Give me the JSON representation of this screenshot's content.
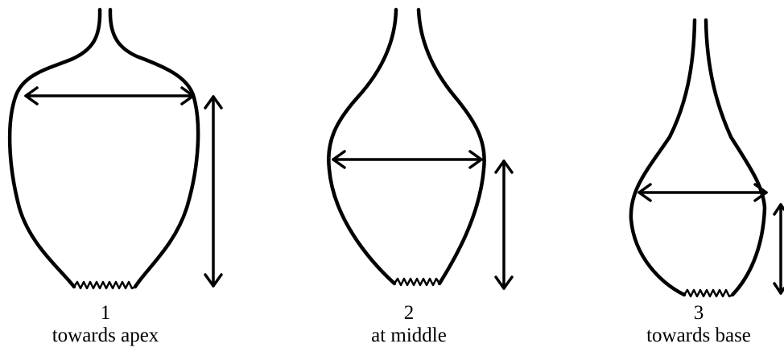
{
  "shapes": [
    {
      "number": "1",
      "caption": "towards apex"
    },
    {
      "number": "2",
      "caption": "at middle"
    },
    {
      "number": "3",
      "caption": "towards base"
    }
  ]
}
